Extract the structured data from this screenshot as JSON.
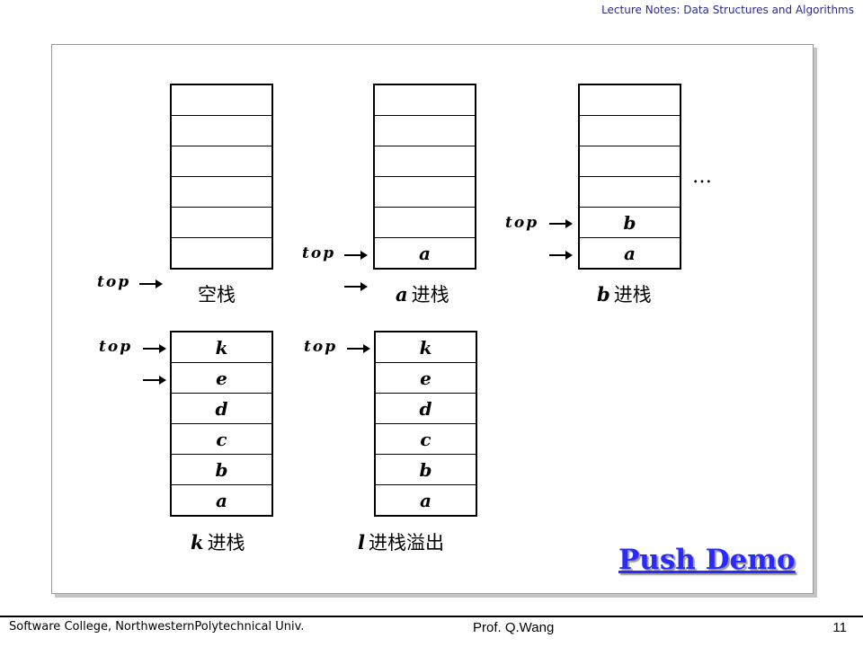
{
  "header": {
    "title": "Lecture Notes: Data Structures and Algorithms"
  },
  "diagram": {
    "top_label": "top",
    "ellipsis": "…",
    "panels": [
      {
        "caption_var": "",
        "caption_text": "空栈",
        "cells": [
          "",
          "",
          "",
          "",
          "",
          ""
        ]
      },
      {
        "caption_var": "a",
        "caption_text": "进栈",
        "cells": [
          "",
          "",
          "",
          "",
          "",
          "a"
        ]
      },
      {
        "caption_var": "b",
        "caption_text": "进栈",
        "cells": [
          "",
          "",
          "",
          "",
          "b",
          "a"
        ]
      },
      {
        "caption_var": "k",
        "caption_text": "进栈",
        "cells": [
          "k",
          "e",
          "d",
          "c",
          "b",
          "a"
        ]
      },
      {
        "caption_var": "l",
        "caption_text": "进栈溢出",
        "cells": [
          "k",
          "e",
          "d",
          "c",
          "b",
          "a"
        ]
      }
    ]
  },
  "link": {
    "label": "Push Demo"
  },
  "footer": {
    "left": "Software College, NorthwesternPolytechnical Univ.",
    "center": "Prof. Q.Wang",
    "page": "11"
  },
  "colors": {
    "link": "#2a2aff",
    "header": "#2b2b8a"
  }
}
